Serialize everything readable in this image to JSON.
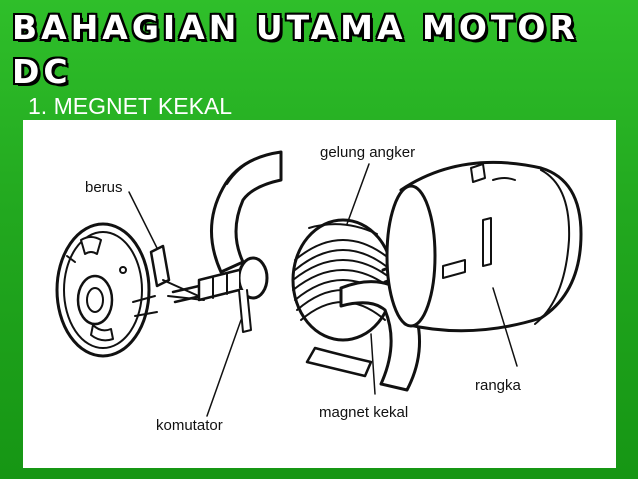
{
  "slide": {
    "title": "BAHAGIAN UTAMA MOTOR DC",
    "subtitle": "1. MEGNET KEKAL"
  },
  "diagram": {
    "labels": {
      "gelung_angker": "gelung angker",
      "berus": "berus",
      "rangka": "rangka",
      "komutator": "komutator",
      "magnet_kekal": "magnet kekal"
    }
  },
  "colors": {
    "background_green": "#22a81f",
    "title_text": "#ffffff",
    "title_outline": "#000000",
    "panel": "#ffffff"
  }
}
